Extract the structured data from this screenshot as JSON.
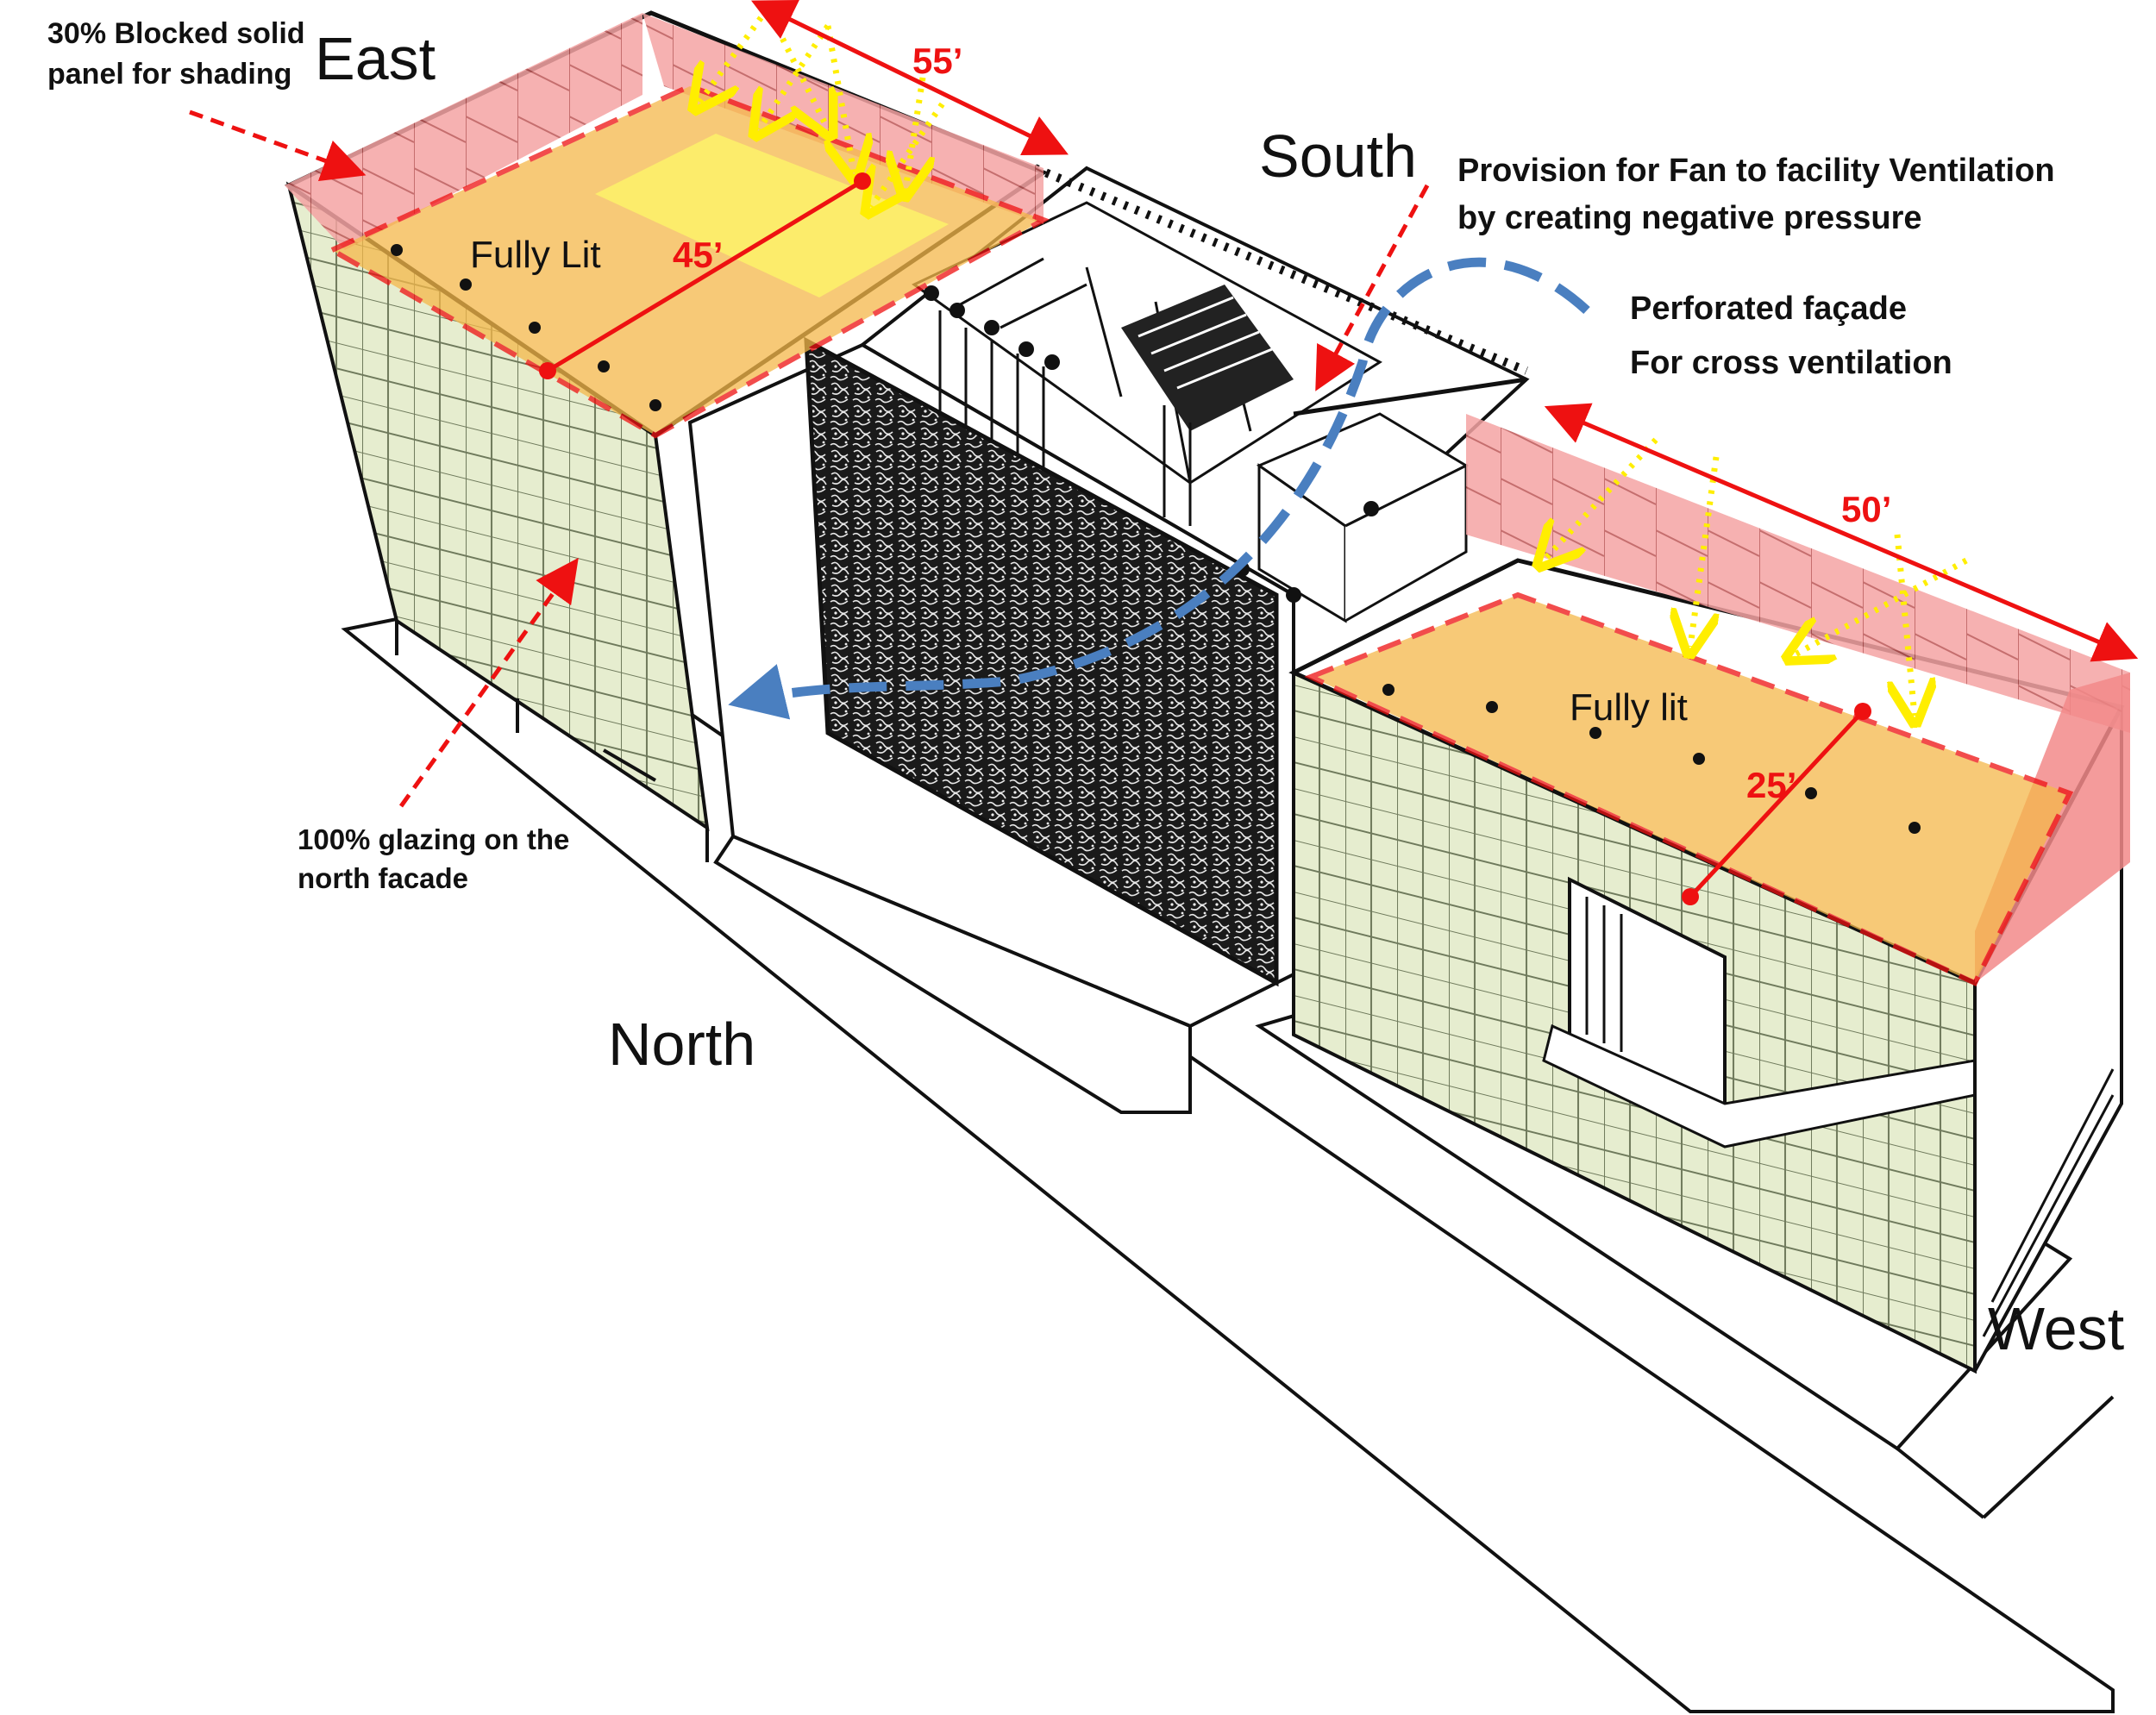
{
  "directions": {
    "east": "East",
    "south": "South",
    "north": "North",
    "west": "West"
  },
  "annotations": {
    "blocked_panel_line1": "30% Blocked solid",
    "blocked_panel_line2": "panel for shading",
    "fan_line1": "Provision for Fan to facility Ventilation",
    "fan_line2": "by creating negative pressure",
    "perforated_line1": "Perforated façade",
    "perforated_line2": "For cross ventilation",
    "glazing_line1": "100% glazing on the",
    "glazing_line2": "north facade"
  },
  "zones": {
    "east_lit": "Fully Lit",
    "west_lit": "Fully lit"
  },
  "dimensions": {
    "east_length": "55’",
    "east_depth": "45’",
    "west_length": "50’",
    "west_depth": "25’"
  },
  "colors": {
    "shading_panel": "#f26b6b",
    "lit_zone": "#f5b84a",
    "sun_ray": "#ffee00",
    "airflow": "#4a7fc0",
    "dimension": "#ee1111",
    "glazing": "#e6edcf"
  }
}
